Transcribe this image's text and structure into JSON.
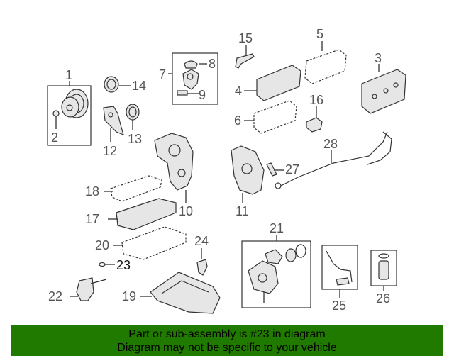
{
  "diagram": {
    "callouts": {
      "c1": "1",
      "c2": "2",
      "c3": "3",
      "c4": "4",
      "c5": "5",
      "c6": "6",
      "c7": "7",
      "c8": "8",
      "c9": "9",
      "c10": "10",
      "c11": "11",
      "c12": "12",
      "c13": "13",
      "c14": "14",
      "c15": "15",
      "c16": "16",
      "c17": "17",
      "c18": "18",
      "c19": "19",
      "c20": "20",
      "c21": "21",
      "c22": "22",
      "c23": "23",
      "c24": "24",
      "c25": "25",
      "c26": "26",
      "c27": "27",
      "c28": "28"
    },
    "highlighted_part": "23"
  },
  "banner": {
    "line1": "Part or sub-assembly is #23 in diagram",
    "line2": "Diagram may not be specific to your vehicle",
    "background": "#217a00"
  }
}
